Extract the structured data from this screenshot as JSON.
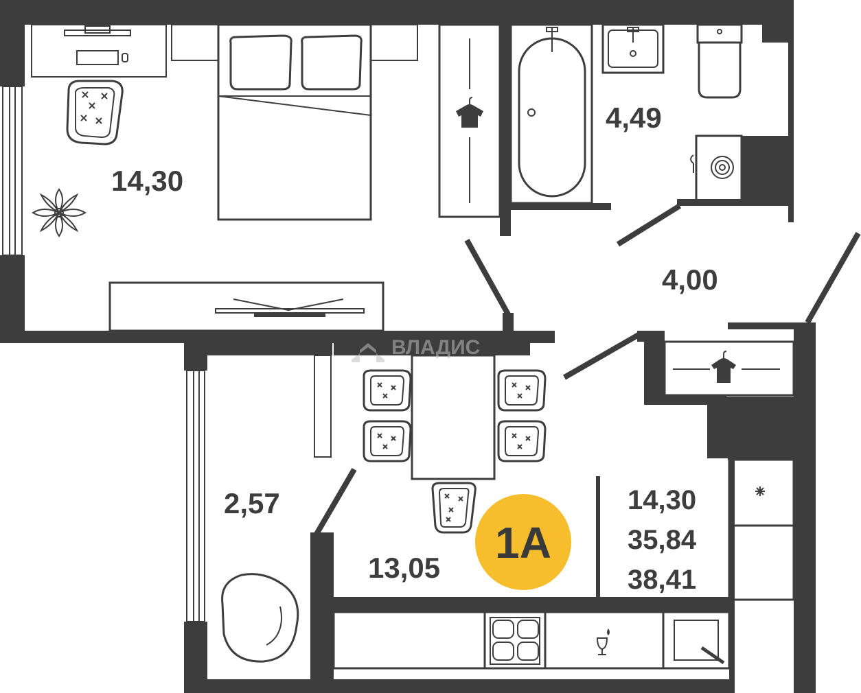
{
  "plan": {
    "badge": "1А",
    "watermark": "ВЛАДИС",
    "colors": {
      "wall": "#3d3d3d",
      "badge": "#f6bd2c",
      "background": "#ffffff"
    },
    "rooms": [
      {
        "id": "bedroom",
        "area": "14,30"
      },
      {
        "id": "bathroom",
        "area": "4,49"
      },
      {
        "id": "hallway",
        "area": "4,00"
      },
      {
        "id": "balcony",
        "area": "2,57"
      },
      {
        "id": "kitchen",
        "area": "13,05"
      }
    ],
    "summary": {
      "living_area": "14,30",
      "total_area": "35,84",
      "total_with_balcony": "38,41"
    }
  }
}
